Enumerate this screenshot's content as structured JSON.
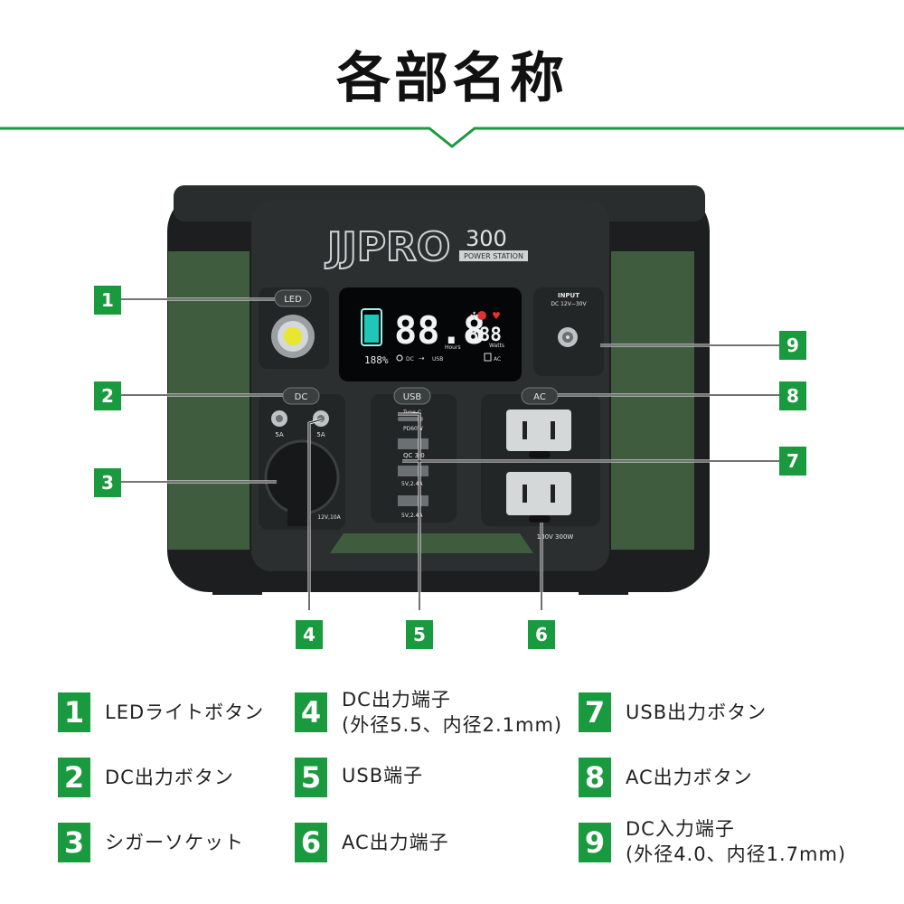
{
  "title": "各部名称",
  "colors": {
    "accent": "#1a9a3e",
    "body_green": "#3f5d3e",
    "panel": "#2b2f30",
    "frame": "#1c1e1f"
  },
  "device": {
    "brand": "JJPRO",
    "model": "300",
    "subtitle": "POWER STATION",
    "btn_led": "LED",
    "btn_dc": "DC",
    "btn_usb": "USB",
    "btn_ac": "AC",
    "input_label": "INPUT",
    "input_spec": "DC 12V−30V",
    "lcd_digits": "88.8",
    "lcd_hours": "Hours",
    "lcd_watts_digits": "888",
    "lcd_watts": "Watts",
    "lcd_pct": "188%",
    "lcd_dc": "DC",
    "lcd_usb": "USB",
    "lcd_ac": "AC",
    "dc_5a_left": "5A",
    "dc_5a_right": "5A",
    "dc_rating": "12V,10A",
    "usb_typec": "Type-C",
    "usb_pd": "PD60W",
    "usb_qc": "QC 3.0",
    "usb_5v_1": "5V,2.4A",
    "usb_5v_2": "5V,2.4A",
    "ac_rating": "100V 300W"
  },
  "callouts": [
    "1",
    "2",
    "3",
    "4",
    "5",
    "6",
    "7",
    "8",
    "9"
  ],
  "legend": [
    {
      "num": "1",
      "text": "LEDライトボタン",
      "text2": ""
    },
    {
      "num": "2",
      "text": "DC出力ボタン",
      "text2": ""
    },
    {
      "num": "3",
      "text": "シガーソケット",
      "text2": ""
    },
    {
      "num": "4",
      "text": "DC出力端子",
      "text2": "(外径5.5、内径2.1mm)"
    },
    {
      "num": "5",
      "text": "USB端子",
      "text2": ""
    },
    {
      "num": "6",
      "text": "AC出力端子",
      "text2": ""
    },
    {
      "num": "7",
      "text": "USB出力ボタン",
      "text2": ""
    },
    {
      "num": "8",
      "text": "AC出力ボタン",
      "text2": ""
    },
    {
      "num": "9",
      "text": "DC入力端子",
      "text2": "(外径4.0、内径1.7mm)"
    }
  ]
}
